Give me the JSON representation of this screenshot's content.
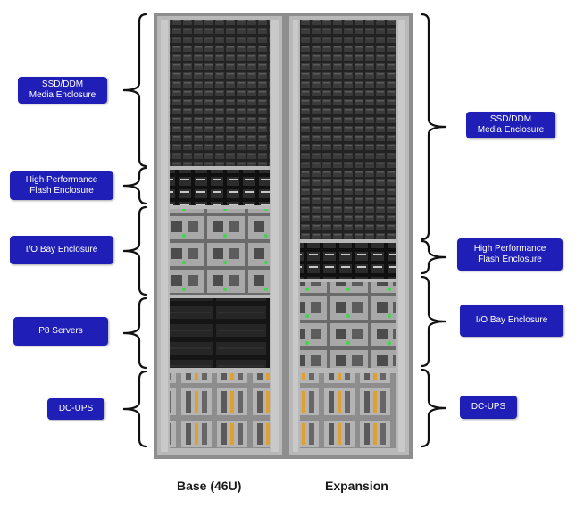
{
  "base": {
    "caption": "Base (46U)",
    "sections": [
      {
        "key": "media",
        "label": "SSD/DDM\nMedia Enclosure"
      },
      {
        "key": "flash",
        "label": "High Performance\nFlash Enclosure"
      },
      {
        "key": "iobay",
        "label": "I/O Bay Enclosure"
      },
      {
        "key": "p8",
        "label": "P8 Servers"
      },
      {
        "key": "dcups",
        "label": "DC-UPS"
      }
    ]
  },
  "expansion": {
    "caption": "Expansion",
    "sections": [
      {
        "key": "media",
        "label": "SSD/DDM\nMedia Enclosure"
      },
      {
        "key": "flash",
        "label": "High Performance\nFlash Enclosure"
      },
      {
        "key": "iobay",
        "label": "I/O Bay Enclosure"
      },
      {
        "key": "dcups",
        "label": "DC-UPS"
      }
    ]
  },
  "colors": {
    "label_bg": "#1f1fb8",
    "label_text": "#ffffff",
    "rack_frame": "#9a9a9a",
    "rack_dark": "#1c1c1c"
  }
}
